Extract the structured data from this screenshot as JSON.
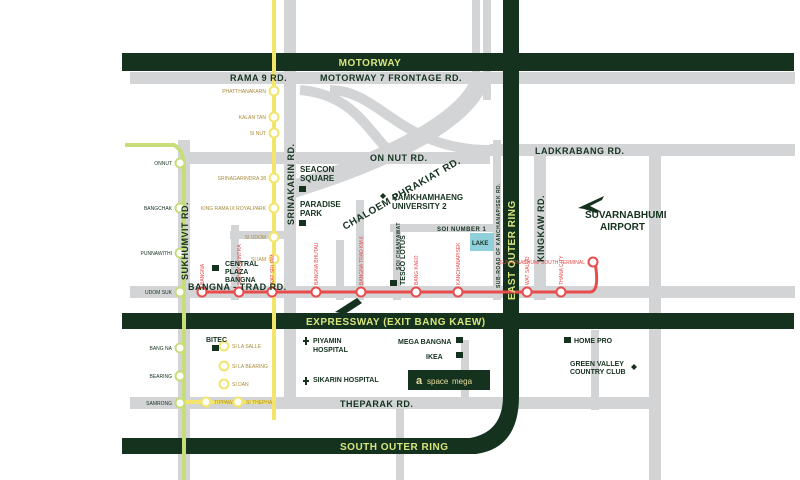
{
  "roads": {
    "motorway": "MOTORWAY",
    "rama9": "RAMA 9 RD.",
    "frontage": "MOTORWAY 7 FRONTAGE RD.",
    "on_nut": "ON NUT RD.",
    "ladkrabang": "LADKRABANG RD.",
    "chaloem": "CHALOEM PHRAKIAT RD.",
    "sukhumvit": "SUKHUMVIT RD.",
    "srinakarin": "SRINAKARIN RD.",
    "east_outer": "EAST OUTER RING",
    "kingkaew": "KINGKAW RD.",
    "bangna_trad": "BANGNA - TRAD RD.",
    "expressway": "EXPRESSWAY (EXIT BANG KAEW)",
    "theparak": "THEPARAK RD.",
    "south_outer": "SOUTH OUTER RING",
    "soi_number1": "SOI NUMBER 1",
    "soi_chanyawat": "SOI CHANYAWAT",
    "sub_road": "SUB-ROAD OF KANCHANAPISEK RD."
  },
  "stations": {
    "yellow": [
      "PHATTHANAKARN",
      "KALAN TAN",
      "SI NUT",
      "SRINAGARINDRA 38",
      "KING RAMA IX ROYALPARK",
      "SI UDOM",
      "SI IAM"
    ],
    "green": [
      "ONNUT",
      "BANGCHAK",
      "PUNNAWITHI",
      "UDOM SUK",
      "BANG NA",
      "BEARING",
      "SAMRONG"
    ],
    "red": [
      "BANGNA",
      "SRINAKARINTRA",
      "WAT SRI IAM",
      "BANGNA BHUTAU",
      "BANGNA TRAD KM.6",
      "BANG KAEO",
      "KANCHANAPISEK",
      "WAT SALUD",
      "THANA CITY",
      "SUVARNABHUMI SOUTH TERMINAL"
    ],
    "south": [
      "SI LA SALLE",
      "SI LA BEARING",
      "SI DAN",
      "TIPPAWAN",
      "SI THEPHA"
    ]
  },
  "places": {
    "seacon": "SEACON",
    "seacon2": "SQUARE",
    "paradise": "PARADISE",
    "paradise2": "PARK",
    "ramkhamhaeng": "RAMKHAMHAENG",
    "ramkhamhaeng2": "UNIVERSITY 2",
    "central": "CENTRAL",
    "central2": "PLAZA",
    "central3": "BANGNA",
    "tesco": "TESCO LOTUS",
    "lake": "LAKE",
    "airport": "SUVARNABHUMI",
    "airport2": "AIRPORT",
    "bitec": "BITEC",
    "piyamin": "PIYAMIN",
    "piyamin2": "HOSPITAL",
    "sikarin": "SIKARIN HOSPITAL",
    "mega": "MEGA BANGNA",
    "ikea": "IKEA",
    "homepro": "HOME PRO",
    "greenvalley": "GREEN VALLEY",
    "greenvalley2": "COUNTRY CLUB"
  },
  "logo": {
    "a": "a",
    "space": "space",
    "mega": "mega"
  },
  "colors": {
    "road_dark": "#15321f",
    "road_gray": "#d2d4d6",
    "bts_yellow": "#f3e46b",
    "bts_green": "#c6dd7a",
    "mrt_red": "#e94c4c",
    "gold": "#a78b3b",
    "lake": "#8fd0db"
  }
}
